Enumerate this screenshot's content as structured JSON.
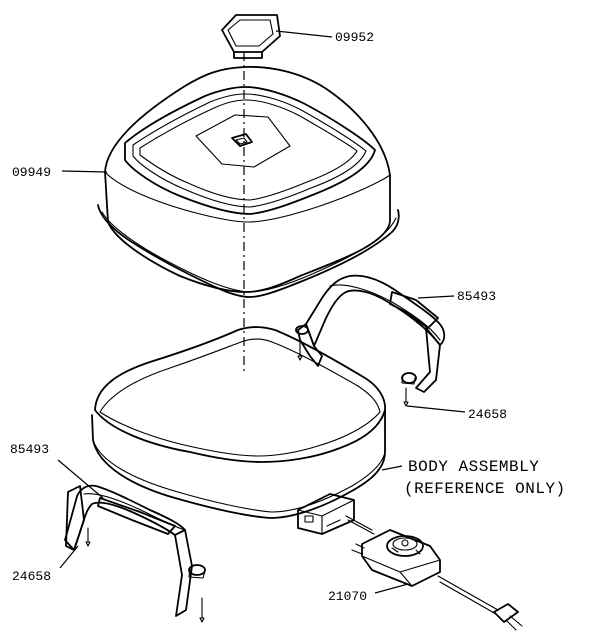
{
  "labels": {
    "lid_knob": "09952",
    "lid": "09949",
    "handle_right": "85493",
    "screw_right": "24658",
    "handle_left": "85493",
    "screw_left": "24658",
    "body_line1": "BODY ASSEMBLY",
    "body_line2": "(REFERENCE ONLY)",
    "control": "21070"
  },
  "colors": {
    "ink": "#000000",
    "paper": "#ffffff"
  }
}
